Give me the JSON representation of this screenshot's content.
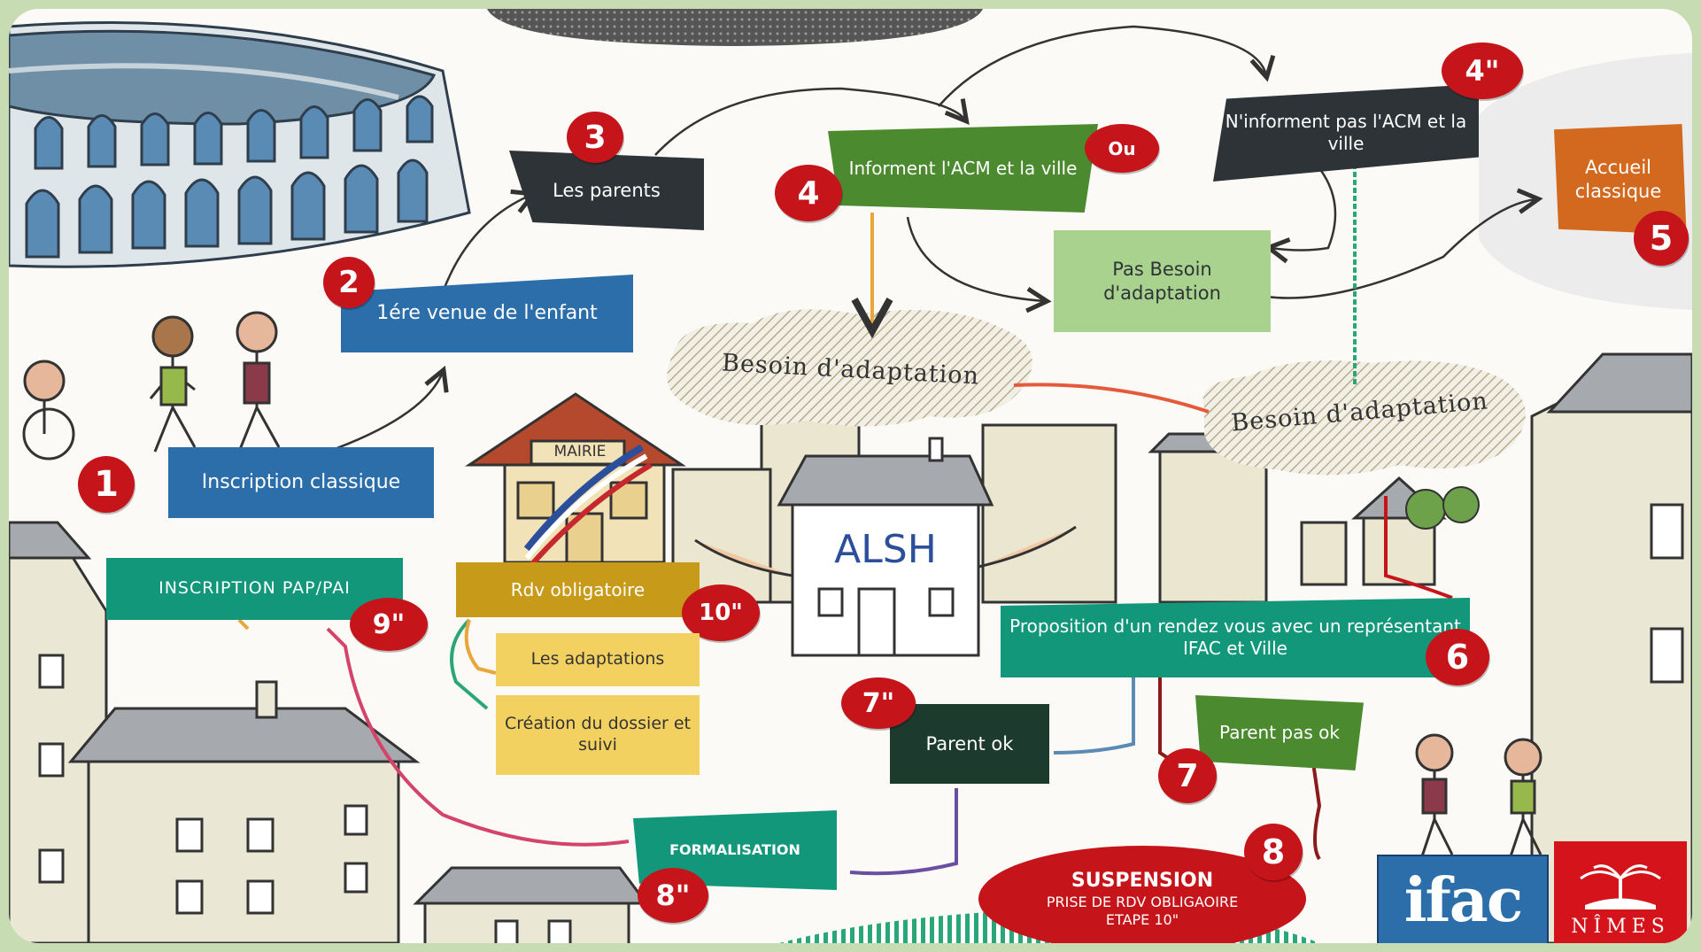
{
  "steps": {
    "s1": {
      "badge": "1",
      "label": "Inscription classique"
    },
    "s2": {
      "badge": "2",
      "label": "1ére venue de l'enfant"
    },
    "s3": {
      "badge": "3",
      "label": "Les parents"
    },
    "s4": {
      "badge": "4",
      "label": "Informent l'ACM et la ville"
    },
    "ou": "Ou",
    "s4b": {
      "badge": "4\"",
      "label": "N'informent pas l'ACM et la ville"
    },
    "s5": {
      "badge": "5",
      "label": "Accueil classique"
    },
    "pas_besoin": "Pas Besoin d'adaptation",
    "besoin1": "Besoin d'adaptation",
    "besoin2": "Besoin d'adaptation",
    "s6": {
      "badge": "6",
      "label": "Proposition d'un rendez vous avec un représentant IFAC et Ville"
    },
    "s7": {
      "badge": "7",
      "label": "Parent pas ok"
    },
    "s7b": {
      "badge": "7\"",
      "label": "Parent ok"
    },
    "s8": {
      "badge": "8",
      "line1": "SUSPENSION",
      "line2": "PRISE DE RDV OBLIGAOIRE",
      "line3": "ETAPE 10\""
    },
    "s8b": {
      "badge": "8\"",
      "label": "FORMALISATION"
    },
    "s9b": {
      "badge": "9\"",
      "label": "INSCRIPTION PAP/PAI"
    },
    "s10b": {
      "badge": "10\"",
      "label": "Rdv obligatoire"
    },
    "adaptations": "Les adaptations",
    "dossier": "Création du dossier et suivi"
  },
  "scene": {
    "mairie": "MAIRIE",
    "alsh": "ALSH"
  },
  "logos": {
    "ifac": "ifac",
    "nimes": "NÎMES"
  },
  "colors": {
    "badge_red": "#c6141b",
    "blue": "#2c6eaa",
    "dark": "#2d3336",
    "green": "#4c8a2f",
    "light_green": "#a9d28f",
    "orange": "#d2691e",
    "teal": "#13977b",
    "dark_green": "#1d3a2f",
    "mustard": "#c79a1a",
    "yellow": "#f3d160"
  }
}
